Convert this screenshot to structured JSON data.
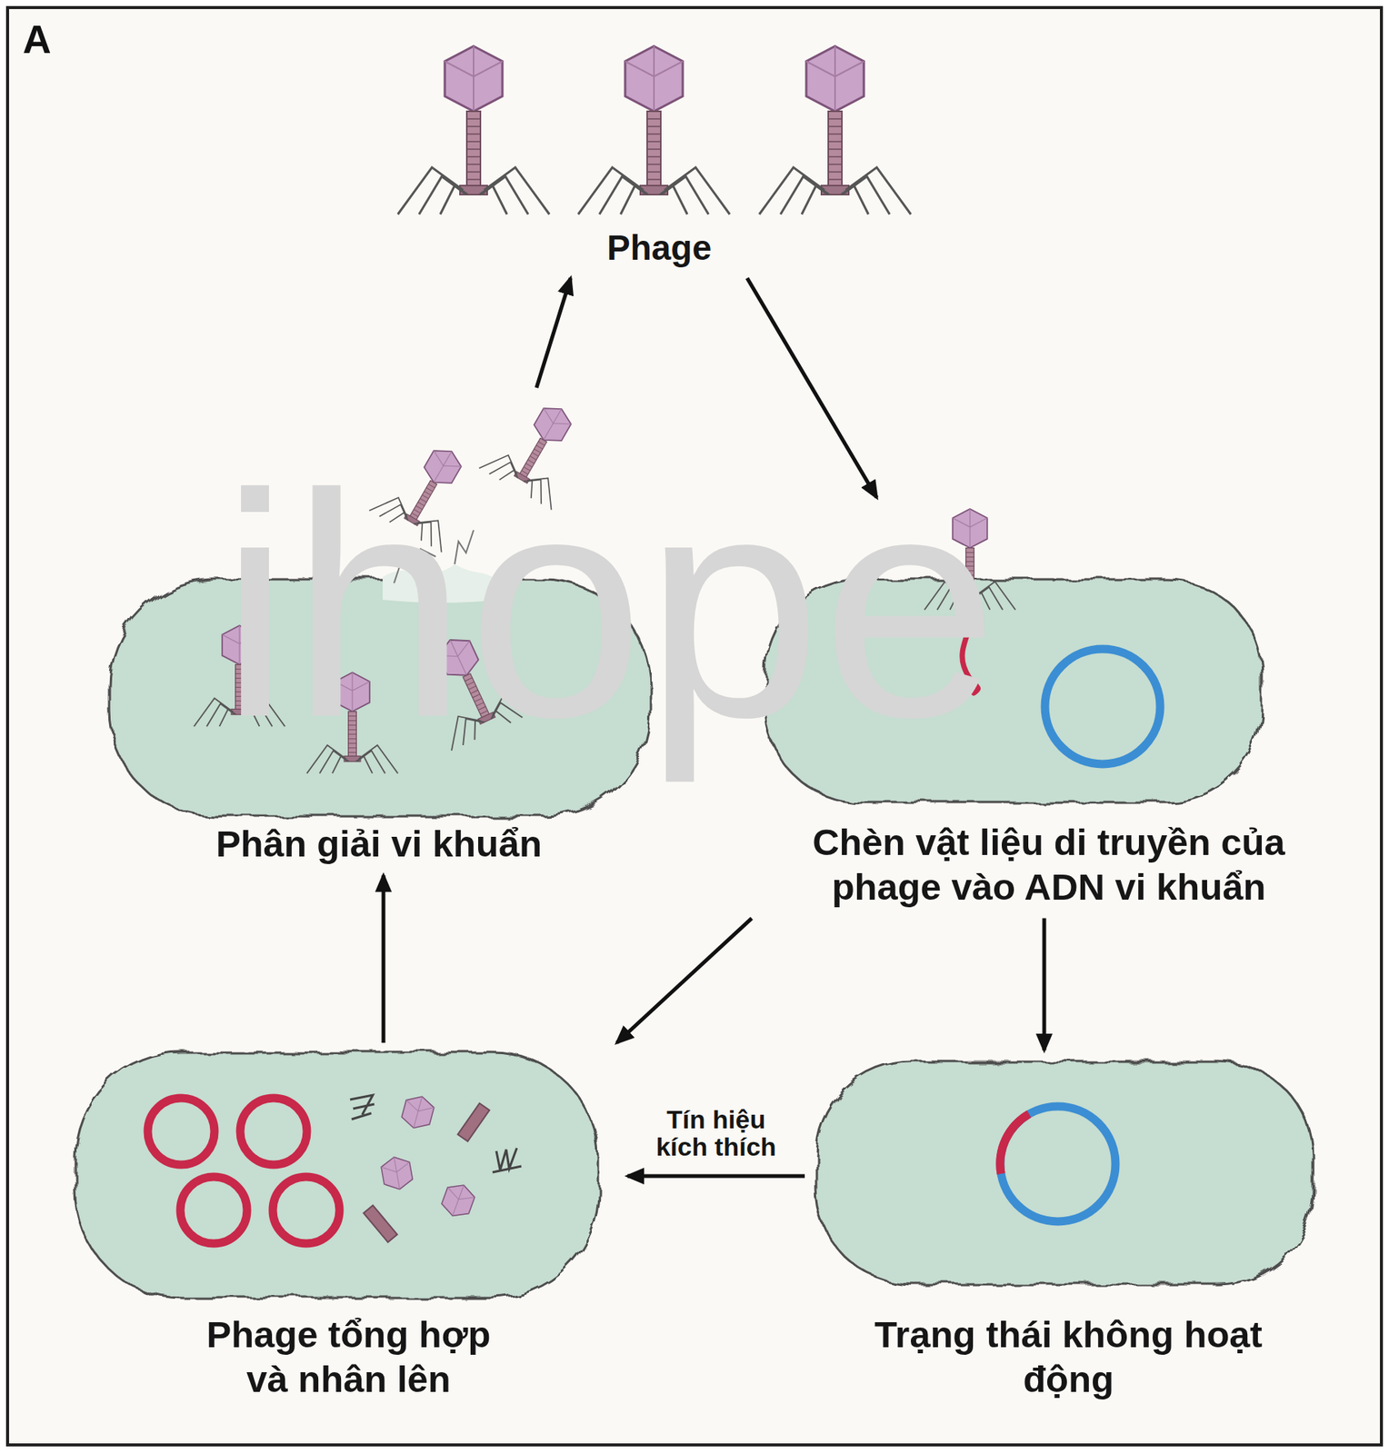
{
  "diagram": {
    "nodes": [
      {
        "text": [
          "Phage"
        ]
      },
      {
        "text": [
          "Phân giải vi khuẩn"
        ]
      },
      {
        "text": [
          "Chèn vật liệu di truyền của phage vào ADN vi khuẩn"
        ]
      },
      {
        "text": [
          "Phage tổng hợp và nhân lên"
        ]
      },
      {
        "text": [
          "Trạng thái không hoạt động"
        ]
      }
    ],
    "edges": [
      {
        "from": 0,
        "to": 2,
        "arrow": "to"
      },
      {
        "from": 2,
        "to": 3,
        "arrow": "to"
      },
      {
        "from": 2,
        "to": 4,
        "arrow": "to"
      },
      {
        "from": 4,
        "to": 3,
        "label": "Tín hiệu kích thích",
        "arrow": "to"
      },
      {
        "from": 3,
        "to": 1,
        "arrow": "to"
      },
      {
        "from": 1,
        "to": 0,
        "arrow": "to"
      }
    ],
    "labels": [
      "A",
      "ihope"
    ]
  }
}
